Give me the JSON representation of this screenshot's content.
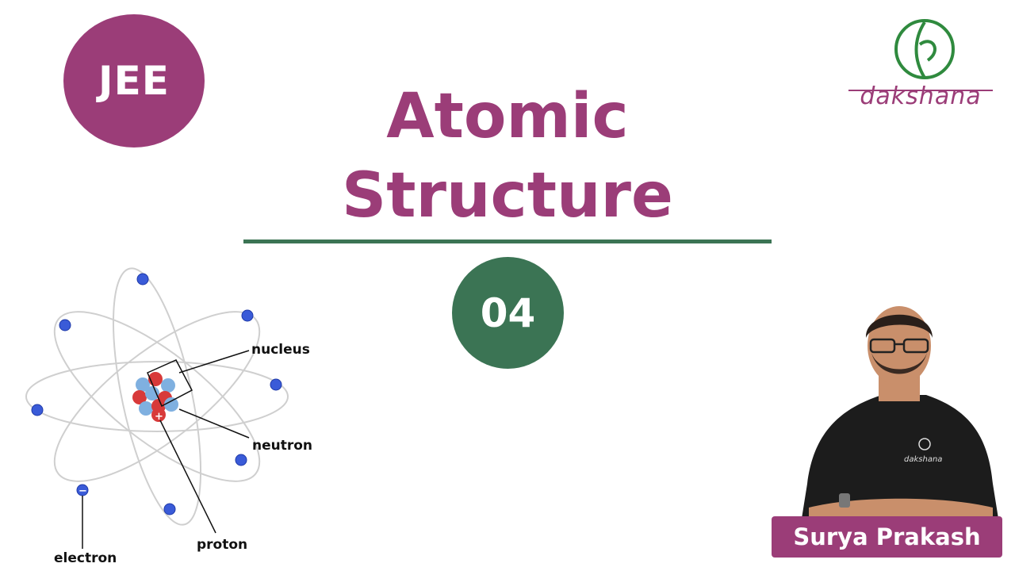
{
  "badge": {
    "label": "JEE"
  },
  "title": {
    "line1": "Atomic",
    "line2": "Structure"
  },
  "lecture": {
    "number": "04"
  },
  "brand": {
    "name": "dakshana",
    "shirt_text": "dakshana"
  },
  "diagram": {
    "labels": {
      "nucleus": "nucleus",
      "neutron": "neutron",
      "electron": "electron",
      "proton": "proton"
    },
    "proton_sign": "+",
    "electron_sign": "−"
  },
  "presenter": {
    "name": "Surya Prakash"
  },
  "colors": {
    "accent_purple": "#9b3d78",
    "accent_green": "#3b7454",
    "logo_green": "#2f8a3e",
    "electron_blue": "#3a5bd8",
    "proton_red": "#d83a3a",
    "neutron_blue": "#7fb0e0"
  }
}
